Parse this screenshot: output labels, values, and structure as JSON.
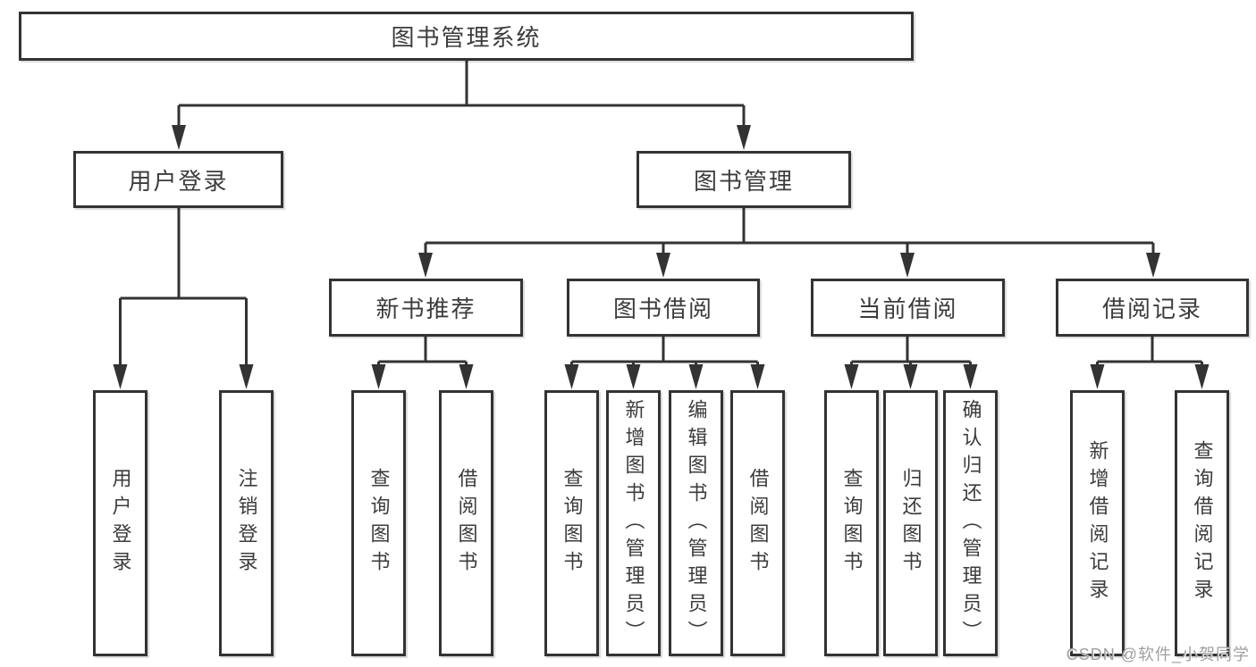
{
  "tree": {
    "label": "图书管理系统",
    "children": [
      {
        "label": "用户登录",
        "children": [
          {
            "label": "用户登录"
          },
          {
            "label": "注销登录"
          }
        ]
      },
      {
        "label": "图书管理",
        "children": [
          {
            "label": "新书推荐",
            "children": [
              {
                "label": "查询图书"
              },
              {
                "label": "借阅图书"
              }
            ]
          },
          {
            "label": "图书借阅",
            "children": [
              {
                "label": "查询图书"
              },
              {
                "label": "新增图书（管理员）"
              },
              {
                "label": "编辑图书（管理员）"
              },
              {
                "label": "借阅图书"
              }
            ]
          },
          {
            "label": "当前借阅",
            "children": [
              {
                "label": "查询图书"
              },
              {
                "label": "归还图书"
              },
              {
                "label": "确认归还（管理员）"
              }
            ]
          },
          {
            "label": "借阅记录",
            "children": [
              {
                "label": "新增借阅记录"
              },
              {
                "label": "查询借阅记录"
              }
            ]
          }
        ]
      }
    ]
  },
  "watermark": {
    "text": "CSDN @软件_小贺同学",
    "color": "#a0a0a0"
  },
  "colors": {
    "line": "#333333",
    "box_border": "#333333",
    "text": "#3c3c3c",
    "background": "#ffffff"
  }
}
